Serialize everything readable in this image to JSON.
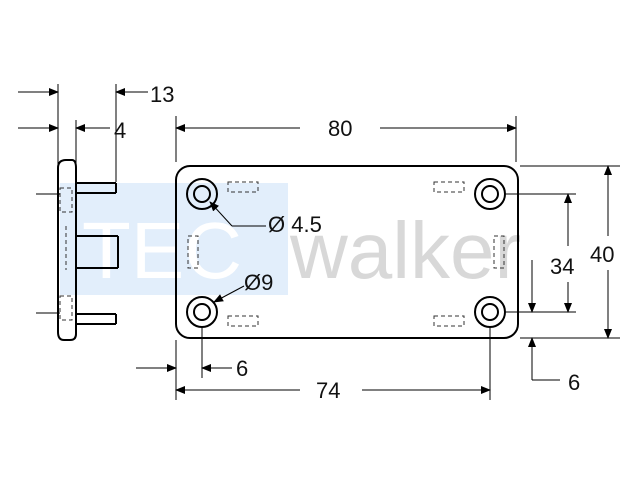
{
  "watermark": {
    "prefix": "TEC",
    "suffix": "walker"
  },
  "dimensions": {
    "side_thickness": "13",
    "side_step": "4",
    "overall_length": "80",
    "overall_height": "40",
    "hole_spacing_vertical": "34",
    "hole_spacing_horizontal": "74",
    "hole_offset_left": "6",
    "hole_offset_bottom": "6",
    "hole_diameter": "Ø 4.5",
    "counterbore_diameter": "Ø9"
  },
  "colors": {
    "line": "#000000",
    "hidden": "#333333",
    "watermark_box": "#e2eefb",
    "watermark_text": "#d8d8d8"
  }
}
